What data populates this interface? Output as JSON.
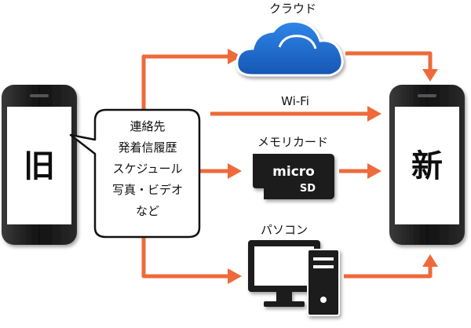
{
  "old_phone": {
    "label": "旧"
  },
  "new_phone": {
    "label": "新"
  },
  "bubble": {
    "lines": [
      "連絡先",
      "発着信履歴",
      "スケジュール",
      "写真・ビデオ",
      "など"
    ]
  },
  "routes": {
    "cloud": {
      "label": "クラウド",
      "icon": "cloud-icon"
    },
    "wifi": {
      "label": "Wi-Fi"
    },
    "memory_card": {
      "label": "メモリカード",
      "icon": "microsd-card-icon",
      "card_text_top": "micro",
      "card_text_bottom": "SD"
    },
    "pc": {
      "label": "パソコン",
      "icon": "desktop-pc-icon"
    }
  },
  "colors": {
    "arrow": "#ee6a3a",
    "cloud": "#1f6fd1",
    "phone_body": "#1a1a1a"
  }
}
